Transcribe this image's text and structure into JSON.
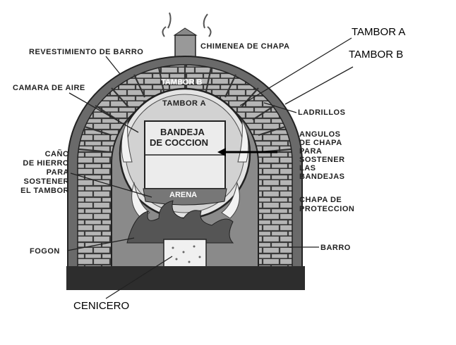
{
  "labels": {
    "tambor_a_callout": "TAMBOR  A",
    "tambor_b_callout": "TAMBOR B",
    "chimenea": "CHIMENEA DE CHAPA",
    "revestimiento": "REVESTIMIENTO DE BARRO",
    "camara": "CAMARA DE AIRE",
    "tambor_b_inner": "TAMBOR  B",
    "tambor_a_inner": "TAMBOR  A",
    "ladrillos": "LADRILLOS",
    "bandeja": [
      "BANDEJA",
      "DE COCCION"
    ],
    "angulos": [
      "ANGULOS",
      "DE CHAPA",
      "PARA",
      "SOSTENER",
      "LAS",
      "BANDEJAS"
    ],
    "cano": [
      "CAÑO",
      "DE HIERRO",
      "PARA",
      "SOSTENER",
      "EL TAMBOR"
    ],
    "arena": "ARENA",
    "chapa": [
      "CHAPA DE",
      "PROTECCION"
    ],
    "fogon": "FOGON",
    "barro": "BARRO",
    "cenicero": "CENICERO"
  }
}
